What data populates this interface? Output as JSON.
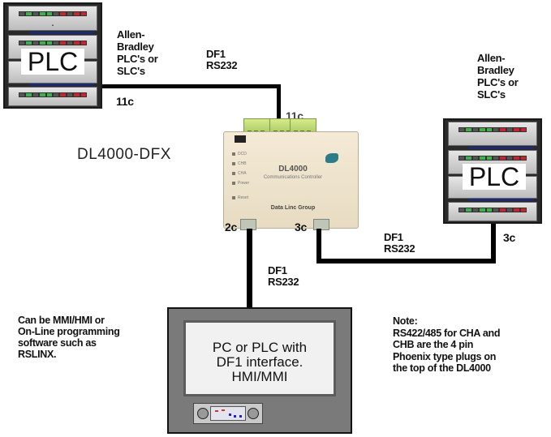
{
  "diagram": {
    "title": "DL4000-DFX",
    "device": {
      "name": "DL4000",
      "subtitle": "Communications Controller",
      "brand": "Data Linc Group",
      "ports": {
        "top": "11c",
        "left": "2c",
        "right": "3c"
      }
    },
    "plc_left": {
      "label": "PLC",
      "caption": [
        "Allen-",
        "Bradley",
        "PLC's or",
        "SLC's"
      ],
      "port": "11c"
    },
    "plc_right": {
      "label": "PLC",
      "caption": [
        "Allen-",
        "Bradley",
        "PLC's or",
        "SLC's"
      ],
      "port": "3c"
    },
    "links": [
      {
        "id": "link-top",
        "line1": "DF1",
        "line2": "RS232"
      },
      {
        "id": "link-right",
        "line1": "DF1",
        "line2": "RS232"
      },
      {
        "id": "link-bottom",
        "line1": "DF1",
        "line2": "RS232"
      }
    ],
    "monitor": {
      "lines": [
        "PC or PLC with",
        "DF1 interface.",
        "HMI/MMI"
      ]
    },
    "note_left": [
      "Can be MMI/HMI or",
      "On-Line programming",
      "software such as",
      "RSLINX."
    ],
    "note_right": [
      "Note:",
      "RS422/485 for CHA and",
      "CHB are the 4 pin",
      "Phoenix type plugs on",
      "the top of the DL4000"
    ]
  }
}
